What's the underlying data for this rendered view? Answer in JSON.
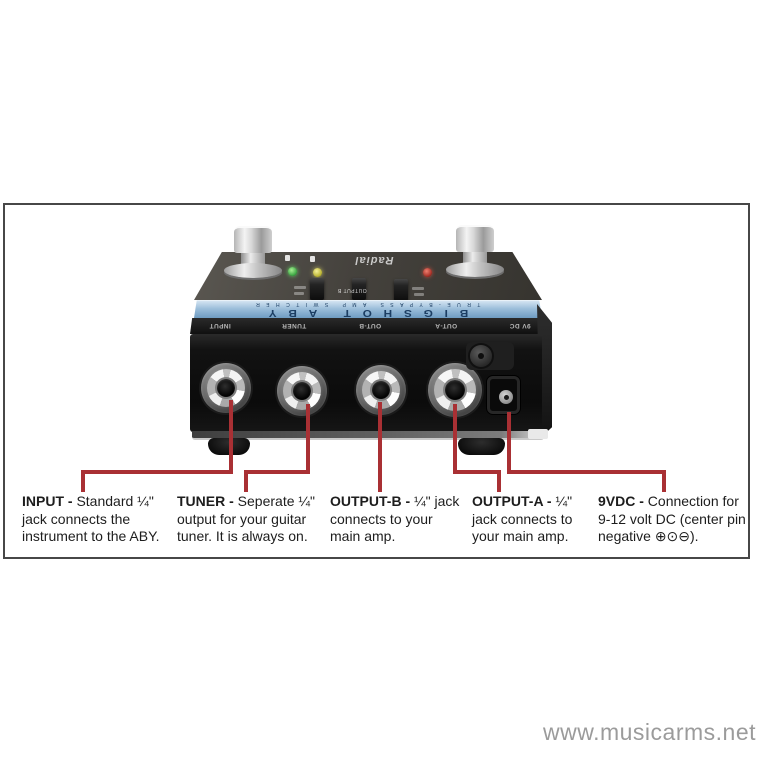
{
  "pedal": {
    "brand_logo": "Radial",
    "label_title": "BIGSHOT ABY",
    "label_subtitle": "TRUE-BYPASS AMP SWITCHER",
    "switch_label": "OUTPUT B",
    "rear_labels": [
      "INPUT",
      "TUNER",
      "OUT-B",
      "OUT-A",
      "9V DC"
    ]
  },
  "annotations": [
    {
      "term": "INPUT -",
      "lines": [
        "Standard ¼\"",
        "jack connects the",
        "instrument to the ABY."
      ]
    },
    {
      "term": "TUNER -",
      "lines": [
        "Seperate ¼\"",
        "output for your guitar",
        "tuner. It is always on."
      ]
    },
    {
      "term": "OUTPUT-B -",
      "lines": [
        "¼\" jack",
        "connects to your",
        "main amp."
      ]
    },
    {
      "term": "OUTPUT-A -",
      "lines": [
        "¼\"",
        "jack connects to",
        "your main amp."
      ]
    },
    {
      "term": "9VDC -",
      "lines": [
        "Connection for",
        "9-12 volt DC (center pin",
        "negative ⊕⊙⊖)."
      ]
    }
  ],
  "watermark": "www.musicarms.net",
  "colors": {
    "callout": "#a93034",
    "frame_border": "#474747",
    "label_strip_blue": "#9cbeda"
  }
}
